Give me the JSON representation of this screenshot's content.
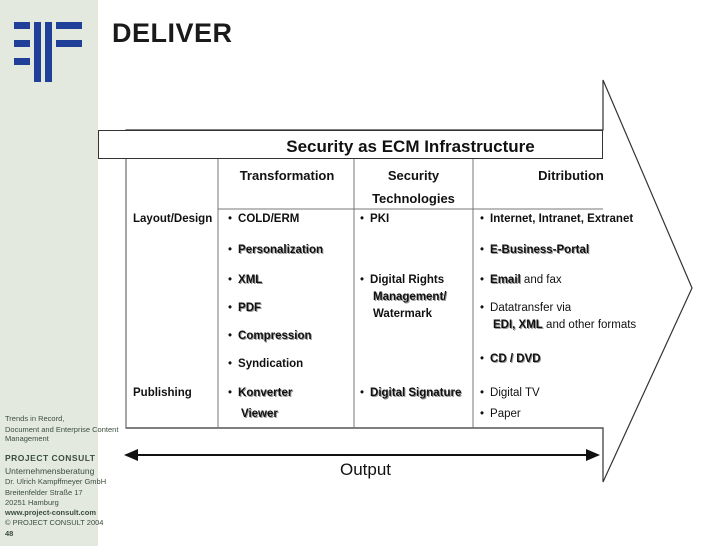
{
  "slide": {
    "title": "DELIVER",
    "banner": "Security as ECM Infrastructure",
    "output_label": "Output",
    "page_number": "48"
  },
  "table": {
    "col_transformation": "Transformation",
    "col_security_line1": "Security",
    "col_security_line2": "Technologies",
    "col_distribution": "Ditribution",
    "row_layout": "Layout/Design",
    "row_publishing": "Publishing",
    "transformation": [
      "COLD/ERM",
      "Personalization",
      "XML",
      "PDF",
      "Compression",
      "Syndication",
      "Konverter"
    ],
    "transformation_viewer": "Viewer",
    "security": {
      "pki": "PKI",
      "digital_rights_1": "Digital Rights",
      "digital_rights_2": "Management/",
      "digital_rights_3": "Watermark",
      "digital_signature": "Digital Signature"
    },
    "distribution": {
      "internet": "Internet, Intranet, Extranet",
      "ebusiness": "E-Business-Portal",
      "email": "Email",
      "email_rest": "and fax",
      "datatransfer": "Datatransfer via",
      "edi": "EDI, XML",
      "edi_rest": "and other formats",
      "cd": "CD / DVD",
      "digital_tv": "Digital TV",
      "paper": "Paper"
    }
  },
  "sidebar": {
    "line1": "Trends in Record,",
    "line2": "Document and Enterprise Content",
    "line3": "Management",
    "company": "PROJECT   CONSULT",
    "sub": "Unternehmensberatung",
    "person": "Dr. Ulrich Kampffmeyer  GmbH",
    "street": "Breitenfelder Straße 17",
    "city": "20251 Hamburg",
    "web": "www.project-consult.com",
    "copyright": "©  PROJECT CONSULT  2004"
  },
  "colors": {
    "sidebar_bg": "#e3e9df",
    "logo_blue": "#1f3f99",
    "text": "#111111"
  }
}
